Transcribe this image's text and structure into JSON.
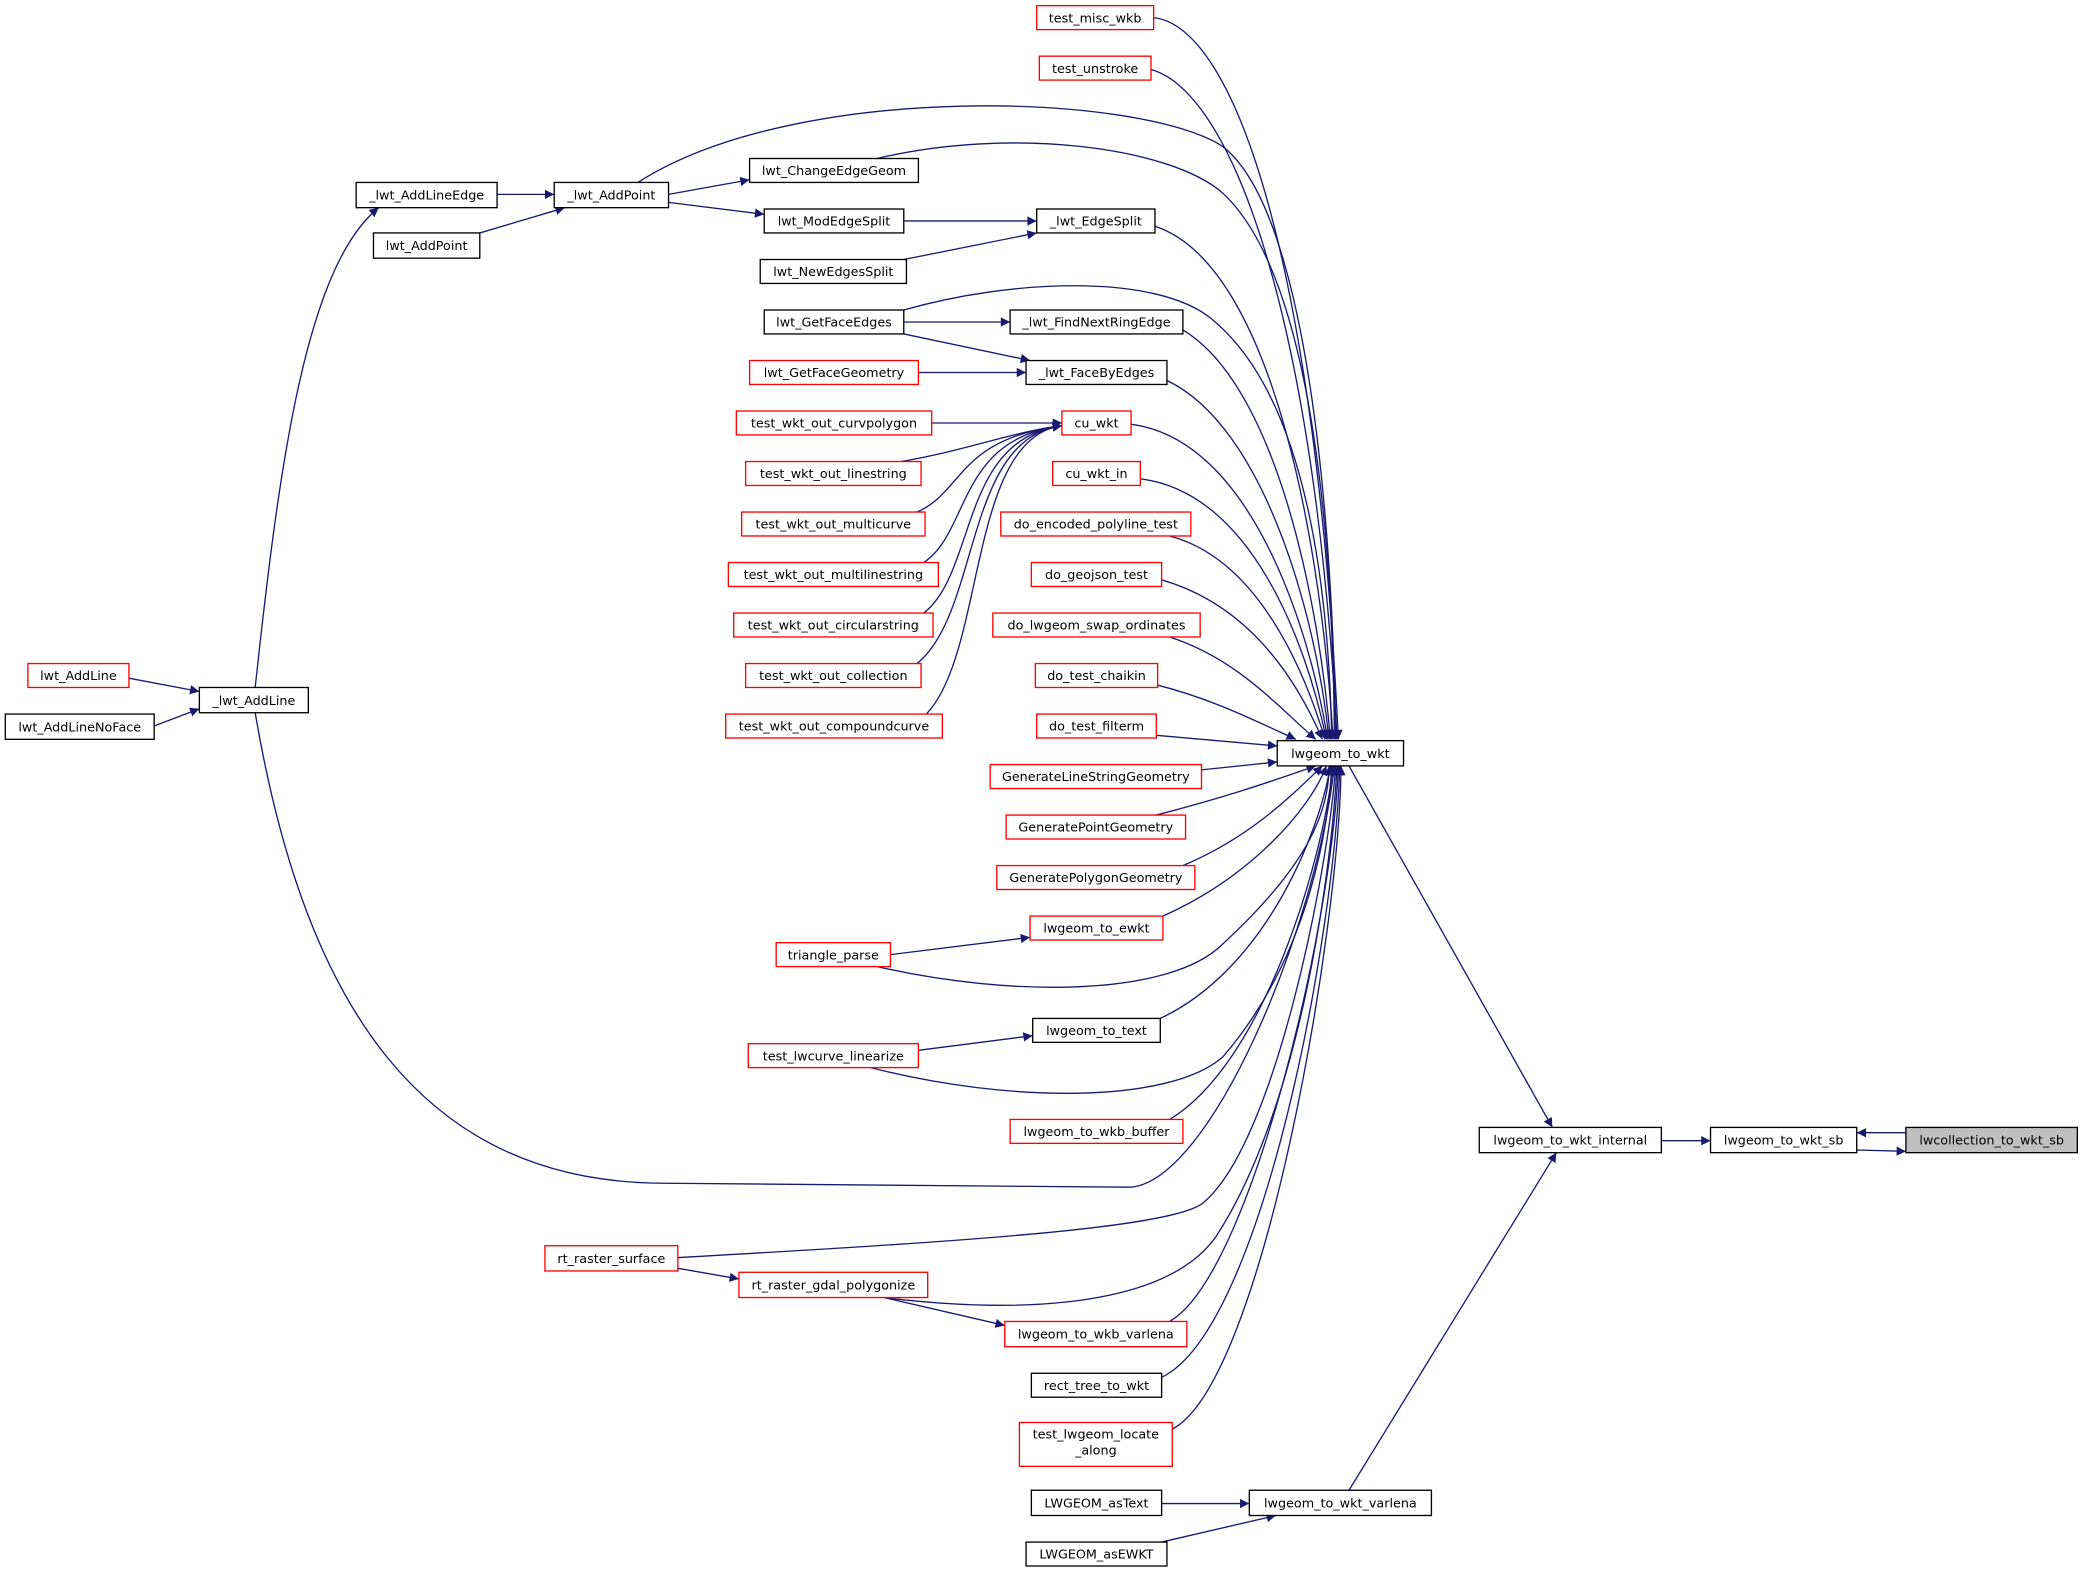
{
  "diagram": {
    "type": "caller-graph",
    "focus_node": "lwcollection_to_wkt_sb",
    "colors": {
      "edge": "#191970",
      "linked_border": "#000000",
      "undocumented_border": "#ff0000",
      "focus_fill": "#bfbfbf"
    },
    "nodes": {
      "test_misc_wkb": "test_misc_wkb",
      "test_unstroke": "test_unstroke",
      "lwt_ChangeEdgeGeom": "lwt_ChangeEdgeGeom",
      "_lwt_AddLineEdge": "_lwt_AddLineEdge",
      "_lwt_AddPoint": "_lwt_AddPoint",
      "lwt_AddPoint": "lwt_AddPoint",
      "lwt_ModEdgeSplit": "lwt_ModEdgeSplit",
      "_lwt_EdgeSplit": "_lwt_EdgeSplit",
      "lwt_NewEdgesSplit": "lwt_NewEdgesSplit",
      "lwt_GetFaceEdges": "lwt_GetFaceEdges",
      "_lwt_FindNextRingEdge": "_lwt_FindNextRingEdge",
      "lwt_GetFaceGeometry": "lwt_GetFaceGeometry",
      "_lwt_FaceByEdges": "_lwt_FaceByEdges",
      "test_wkt_out_curvpolygon": "test_wkt_out_curvpolygon",
      "cu_wkt": "cu_wkt",
      "test_wkt_out_linestring": "test_wkt_out_linestring",
      "cu_wkt_in": "cu_wkt_in",
      "test_wkt_out_multicurve": "test_wkt_out_multicurve",
      "do_encoded_polyline_test": "do_encoded_polyline_test",
      "test_wkt_out_multilinestring": "test_wkt_out_multilinestring",
      "do_geojson_test": "do_geojson_test",
      "test_wkt_out_circularstring": "test_wkt_out_circularstring",
      "do_lwgeom_swap_ordinates": "do_lwgeom_swap_ordinates",
      "test_wkt_out_collection": "test_wkt_out_collection",
      "do_test_chaikin": "do_test_chaikin",
      "test_wkt_out_compoundcurve": "test_wkt_out_compoundcurve",
      "do_test_filterm": "do_test_filterm",
      "lwgeom_to_wkt": "lwgeom_to_wkt",
      "lwt_AddLine": "lwt_AddLine",
      "_lwt_AddLine": "_lwt_AddLine",
      "lwt_AddLineNoFace": "lwt_AddLineNoFace",
      "GenerateLineStringGeometry": "GenerateLineStringGeometry",
      "GeneratePointGeometry": "GeneratePointGeometry",
      "GeneratePolygonGeometry": "GeneratePolygonGeometry",
      "lwgeom_to_ewkt": "lwgeom_to_ewkt",
      "triangle_parse": "triangle_parse",
      "lwgeom_to_text": "lwgeom_to_text",
      "test_lwcurve_linearize": "test_lwcurve_linearize",
      "lwgeom_to_wkb_buffer": "lwgeom_to_wkb_buffer",
      "lwgeom_to_wkt_internal": "lwgeom_to_wkt_internal",
      "lwgeom_to_wkt_sb": "lwgeom_to_wkt_sb",
      "lwcollection_to_wkt_sb": "lwcollection_to_wkt_sb",
      "rt_raster_surface": "rt_raster_surface",
      "rt_raster_gdal_polygonize": "rt_raster_gdal_polygonize",
      "lwgeom_to_wkb_varlena": "lwgeom_to_wkb_varlena",
      "rect_tree_to_wkt": "rect_tree_to_wkt",
      "test_lwgeom_locate_along_1": "test_lwgeom_locate",
      "test_lwgeom_locate_along_2": "_along",
      "LWGEOM_asText": "LWGEOM_asText",
      "lwgeom_to_wkt_varlena": "lwgeom_to_wkt_varlena",
      "LWGEOM_asEWKT": "LWGEOM_asEWKT"
    }
  }
}
